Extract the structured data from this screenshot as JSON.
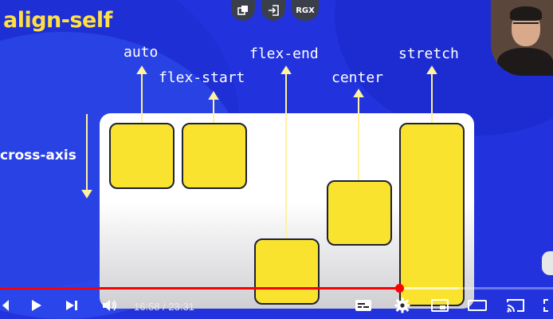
{
  "slide": {
    "title": "align-self",
    "cross_axis_label": "cross-axis",
    "labels": {
      "auto": "auto",
      "flex_start": "flex-start",
      "flex_end": "flex-end",
      "center": "center",
      "stretch": "stretch"
    }
  },
  "overlay": {
    "top_icons": [
      "copy-icon",
      "sign-in-icon",
      "RGX"
    ]
  },
  "player": {
    "current_time": "16:58",
    "separator": " / ",
    "duration": "23:31",
    "progress_fraction": 0.7214,
    "buffered_fraction": 0.83
  },
  "colors": {
    "background": "#2233dd",
    "title": "#ffe044",
    "box_fill": "#f9e32e",
    "arrow": "#fff2a0",
    "progress": "#ff0000"
  }
}
